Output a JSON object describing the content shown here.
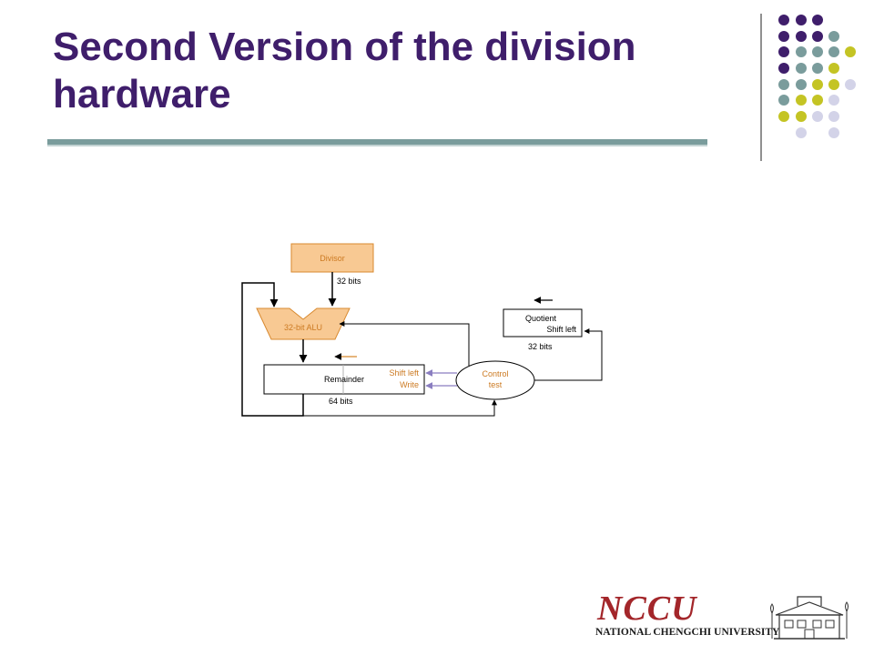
{
  "slide": {
    "title": "Second Version of the division hardware"
  },
  "diagram": {
    "divisor": "Divisor",
    "divisor_width": "32 bits",
    "alu": "32-bit ALU",
    "remainder": "Remainder",
    "remainder_control_1": "Shift left",
    "remainder_control_2": "Write",
    "remainder_width": "64 bits",
    "quotient": "Quotient",
    "quotient_control": "Shift left",
    "quotient_width": "32 bits",
    "control_1": "Control",
    "control_2": "test"
  },
  "footer": {
    "logo_mark": "NCCU",
    "university": "NATIONAL CHENGCHI UNIVERSITY"
  },
  "colors": {
    "title": "#3f1e6b",
    "purple": "#3f1e6b",
    "teal": "#7a9c9c",
    "olive": "#c4c424",
    "lavender": "#d3d3e8",
    "datapath_fill": "#f8c993",
    "datapath_stroke": "#d8892f",
    "control_text": "#cc7a22",
    "control_arrow": "#8a7ec0",
    "logo": "#a3262a"
  }
}
